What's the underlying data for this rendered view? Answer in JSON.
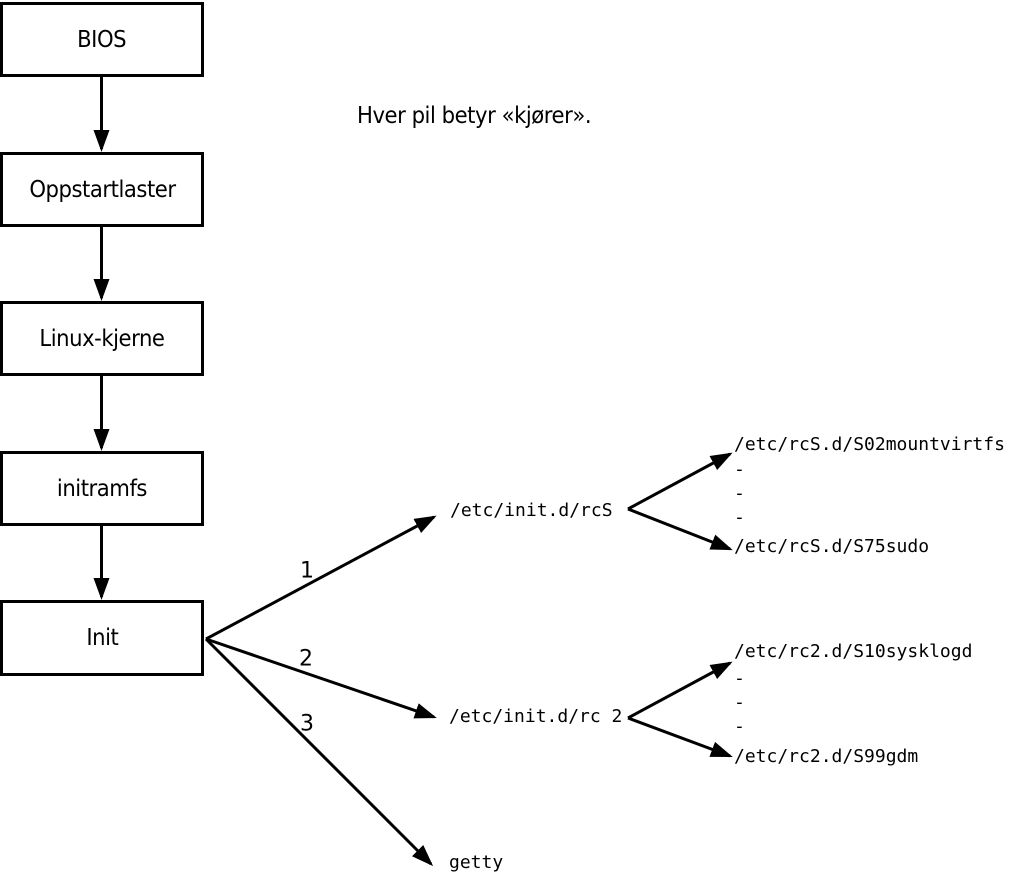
{
  "canvas": {
    "background_color": "#ffffff",
    "line_color": "#000000"
  },
  "note": "Hver pil betyr «kjører».",
  "boot_chain": {
    "boxes": [
      {
        "label": "BIOS"
      },
      {
        "label": "Oppstartlaster"
      },
      {
        "label": "Linux-kjerne"
      },
      {
        "label": "initramfs"
      },
      {
        "label": "Init"
      }
    ]
  },
  "init_branches": [
    {
      "number": "1",
      "target": "/etc/init.d/rcS",
      "children": [
        "/etc/rcS.d/S02mountvirtfs",
        "-",
        "-",
        "-",
        "/etc/rcS.d/S75sudo"
      ]
    },
    {
      "number": "2",
      "target": "/etc/init.d/rc 2",
      "children": [
        "/etc/rc2.d/S10sysklogd",
        "-",
        "-",
        "-",
        "/etc/rc2.d/S99gdm"
      ]
    },
    {
      "number": "3",
      "target": "getty",
      "children": []
    }
  ]
}
